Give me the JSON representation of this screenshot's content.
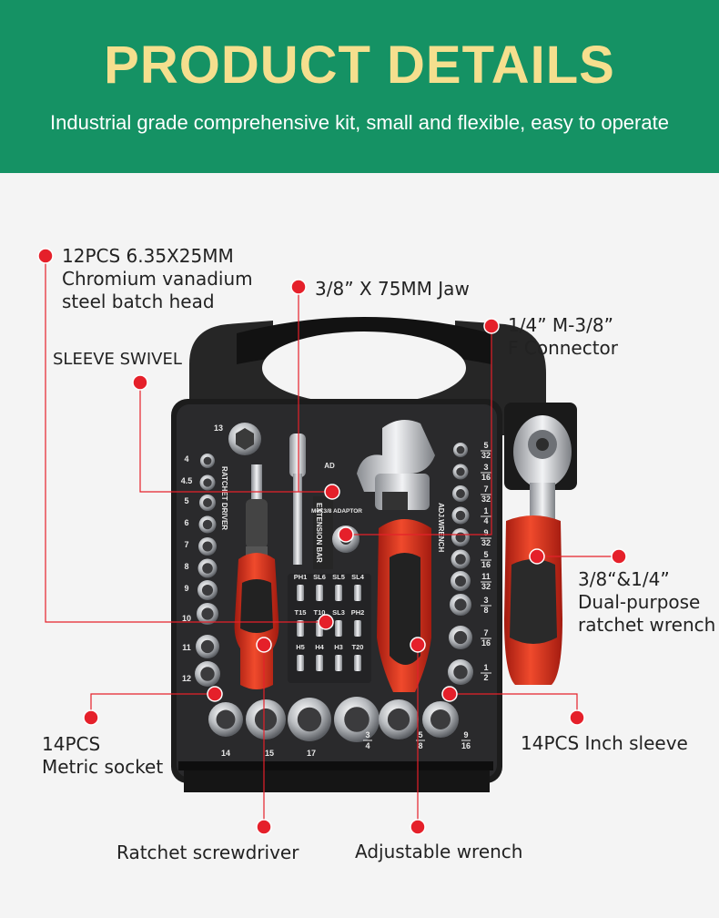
{
  "header": {
    "title": "PRODUCT DETAILS",
    "subtitle": "Industrial grade comprehensive kit, small and flexible, easy to operate"
  },
  "callouts": {
    "bit_heads": {
      "lines": [
        "12PCS 6.35X25MM",
        "Chromium vanadium",
        "steel batch head"
      ]
    },
    "jaw": {
      "lines": [
        "3/8”  X 75MM Jaw"
      ]
    },
    "connector": {
      "lines": [
        "1/4”  M-3/8”",
        "F Connector"
      ]
    },
    "swivel": {
      "lines": [
        "SLEEVE SWIVEL"
      ]
    },
    "ratchet_wrench": {
      "lines": [
        "3/8“&1/4”",
        "Dual-purpose",
        "ratchet wrench"
      ]
    },
    "metric": {
      "lines": [
        "14PCS",
        "Metric socket"
      ]
    },
    "inch": {
      "lines": [
        "14PCS Inch sleeve"
      ]
    },
    "screwdriver": {
      "lines": [
        "Ratchet screwdriver"
      ]
    },
    "adjustable": {
      "lines": [
        "Adjustable wrench"
      ]
    }
  },
  "case_markings": {
    "left_sizes": [
      "13",
      "4",
      "4.5",
      "5",
      "6",
      "7",
      "8",
      "9",
      "10",
      "11",
      "12"
    ],
    "bottom_sizes": [
      "14",
      "15",
      "17",
      "3/4",
      "5/8",
      "9/16"
    ],
    "right_sizes": [
      "5/32",
      "3/16",
      "7/32",
      "1/4",
      "9/32",
      "5/16",
      "11/32",
      "3/8",
      "7/16",
      "1/2"
    ],
    "bit_row_1": [
      "PH1",
      "SL6",
      "SL5",
      "SL4"
    ],
    "bit_row_2": [
      "T15",
      "T10",
      "SL3",
      "PH2"
    ],
    "bit_row_3": [
      "H5",
      "H4",
      "H3",
      "T20"
    ],
    "ratchet_driver": "RATCHET DRIVER",
    "extension_bar": "EXTENSION BAR",
    "adaptor": "M6X3/8 ADAPTOR",
    "adj_wrench": "ADJ.WRENCH",
    "ad": "AD"
  },
  "colors": {
    "banner": "#159264",
    "title": "#f5df8e",
    "marker": "#e5202a",
    "case": "#1c1c1c",
    "handle_red": "#e0321f"
  }
}
